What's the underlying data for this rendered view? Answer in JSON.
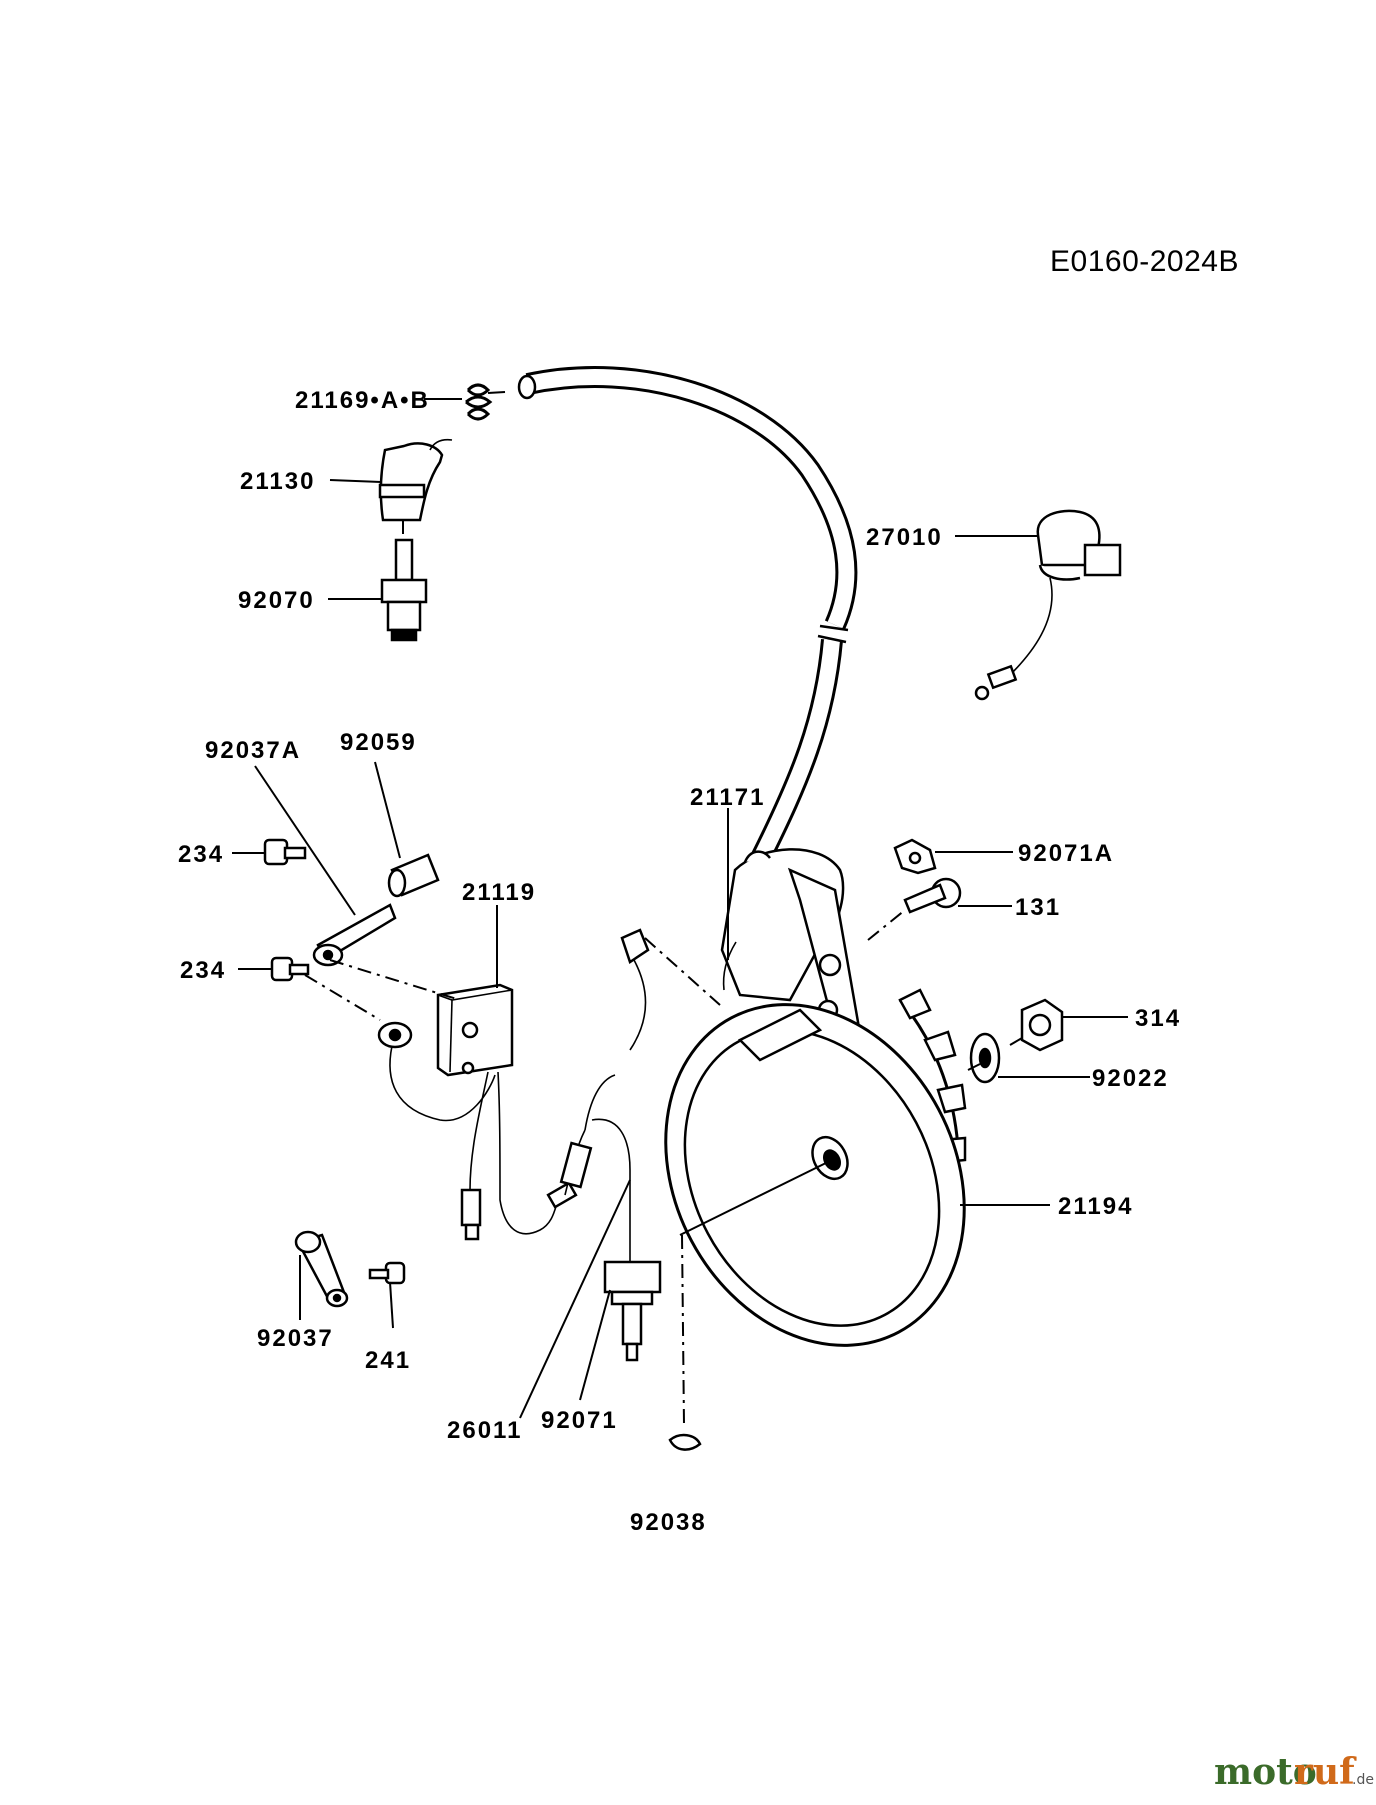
{
  "diagram": {
    "code": "E0160-2024B",
    "parts": {
      "p21169": "21169•A•B",
      "p21130": "21130",
      "p92070": "92070",
      "p27010": "27010",
      "p92037A": "92037A",
      "p92059": "92059",
      "p21171": "21171",
      "p92071A": "92071A",
      "p234a": "234",
      "p21119": "21119",
      "p131": "131",
      "p234b": "234",
      "p314": "314",
      "p92022": "92022",
      "p21194": "21194",
      "p92037": "92037",
      "p241": "241",
      "p26011": "26011",
      "p92071": "92071",
      "p92038": "92038"
    }
  },
  "watermark": {
    "part1": "moto",
    "part2": "ruf",
    "suffix": ".de"
  }
}
